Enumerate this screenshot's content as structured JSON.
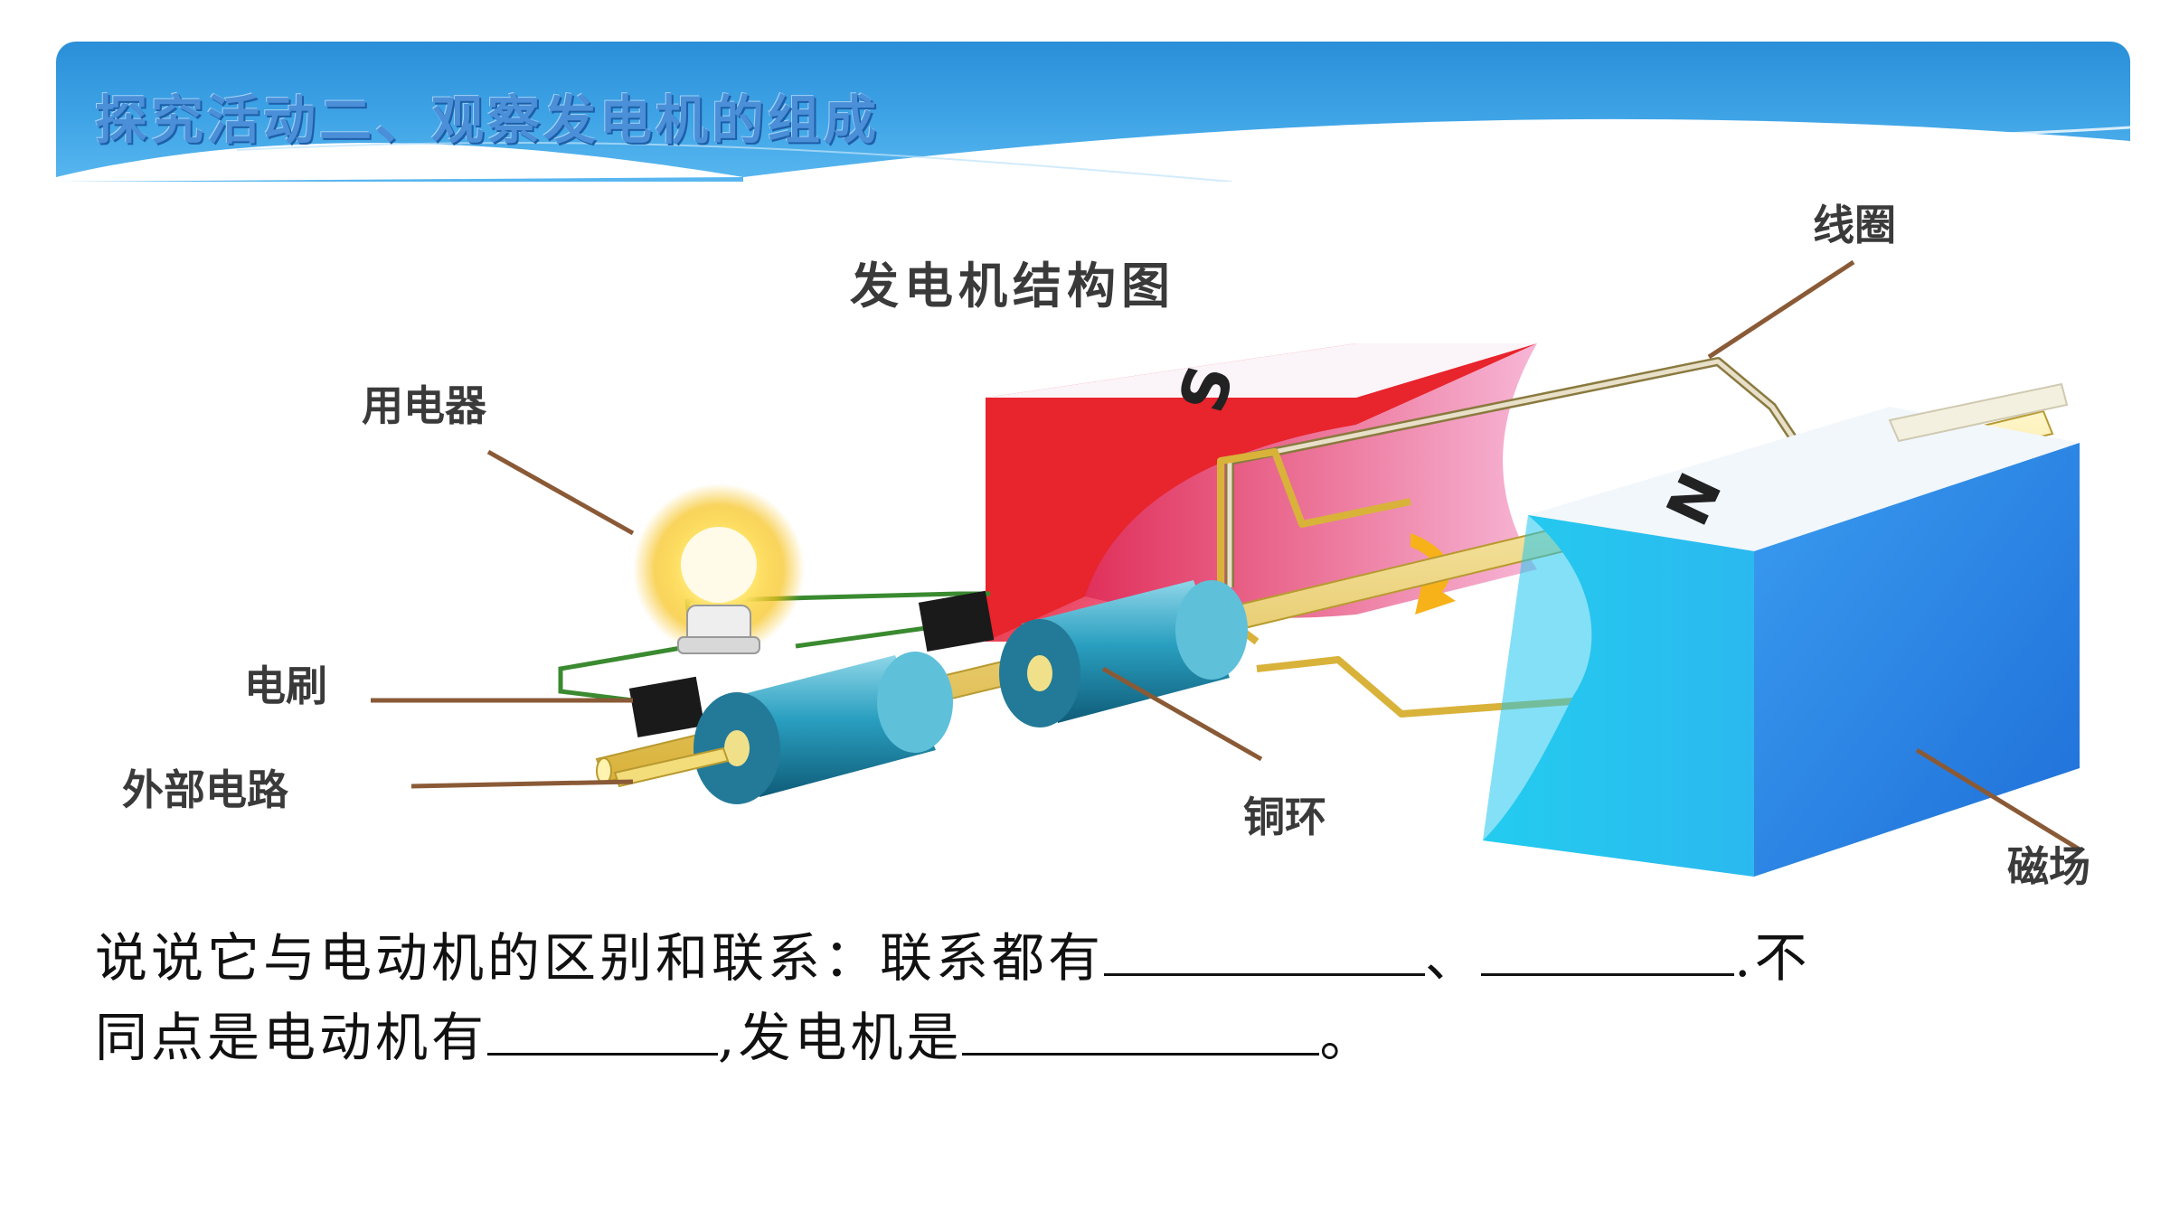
{
  "slide": {
    "title": "探究活动二、观察发电机的组成"
  },
  "diagram": {
    "title": "发电机结构图",
    "labels": {
      "coil": "线圈",
      "appliance": "用电器",
      "brush": "电刷",
      "external_circuit": "外部电路",
      "copper_ring": "铜环",
      "magnetic_field": "磁场",
      "pole_s": "S",
      "pole_n": "N"
    },
    "colors": {
      "south_pole": "#e8242c",
      "north_pole": "#2a8fe8",
      "coil_wire": "#d9b23a",
      "ring": "#2aa6c8"
    }
  },
  "question": {
    "line1_text": "说说它与电动机的区别和联系：联系都有",
    "separator": "、",
    "line1_tail": ".不",
    "line2_text": "同点是电动机有",
    "line2_mid": ",发电机是",
    "line2_end": "。"
  }
}
